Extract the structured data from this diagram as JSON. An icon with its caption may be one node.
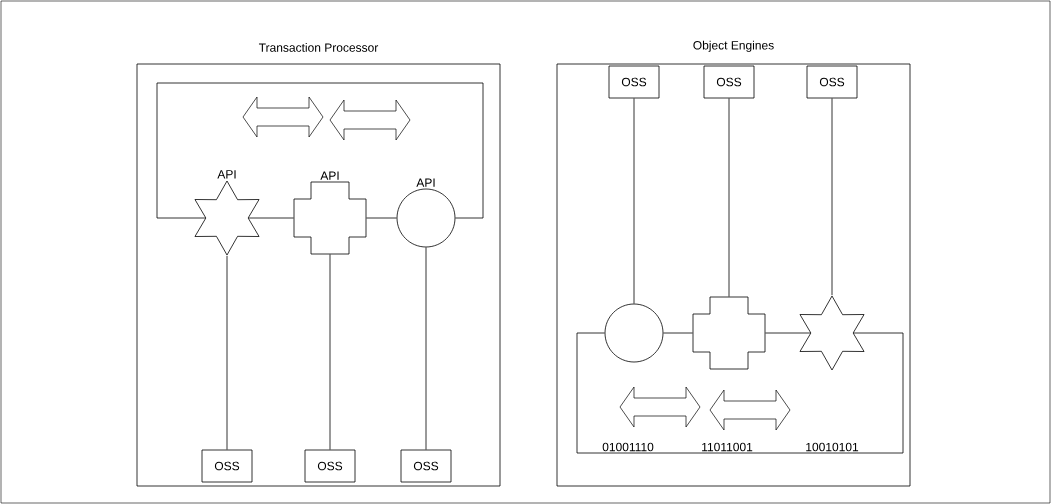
{
  "diagram": {
    "nodes": [
      {
        "text": [
          "Transaction Processor"
        ]
      },
      {
        "text": [],
        "shape": "star",
        "beside": [
          "API"
        ],
        "in": 0
      },
      {
        "text": [],
        "shape": "cross",
        "beside": [
          "API"
        ],
        "in": 0
      },
      {
        "text": [],
        "shape": "circle",
        "beside": [
          "API"
        ],
        "in": 0
      },
      {
        "text": [
          "OSS"
        ],
        "in": 0
      },
      {
        "text": [
          "OSS"
        ],
        "in": 0
      },
      {
        "text": [
          "OSS"
        ],
        "in": 0
      },
      {
        "text": [
          "Object Engines"
        ]
      },
      {
        "text": [
          "OSS"
        ],
        "in": 7
      },
      {
        "text": [
          "OSS"
        ],
        "in": 7
      },
      {
        "text": [
          "OSS"
        ],
        "in": 7
      },
      {
        "text": [],
        "shape": "circle",
        "in": 7
      },
      {
        "text": [],
        "shape": "cross",
        "in": 7
      },
      {
        "text": [],
        "shape": "star",
        "in": 7
      }
    ],
    "edges": [
      {
        "from": 1,
        "to": 2,
        "arrow": "none"
      },
      {
        "from": 2,
        "to": 3,
        "arrow": "none"
      },
      {
        "from": 1,
        "to": 3,
        "arrow": "none"
      },
      {
        "from": 1,
        "to": 4,
        "arrow": "none"
      },
      {
        "from": 2,
        "to": 5,
        "arrow": "none"
      },
      {
        "from": 3,
        "to": 6,
        "arrow": "none"
      },
      {
        "from": 8,
        "to": 11,
        "arrow": "none"
      },
      {
        "from": 9,
        "to": 12,
        "arrow": "none"
      },
      {
        "from": 10,
        "to": 13,
        "arrow": "none"
      },
      {
        "from": 11,
        "to": 12,
        "arrow": "none"
      },
      {
        "from": 12,
        "to": 13,
        "arrow": "none"
      },
      {
        "from": 11,
        "to": 13,
        "arrow": "none"
      }
    ],
    "labels": [
      "01001110",
      "11011001",
      "10010101"
    ]
  }
}
